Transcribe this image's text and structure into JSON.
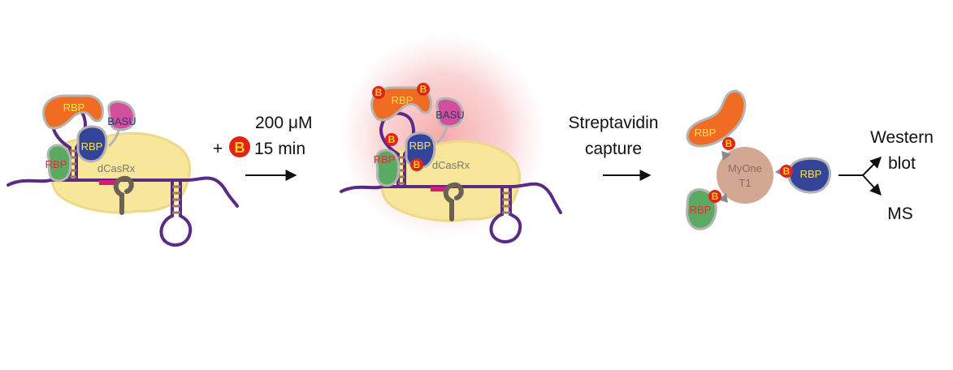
{
  "labels": {
    "rbp": "RBP",
    "basu": "BASU",
    "dcasrx": "dCasRx",
    "concentration": "200 μM",
    "plus": "+",
    "biotin": "B",
    "time": "15 min",
    "streptavidin": "Streptavidin",
    "capture": "capture",
    "myone": "MyOne",
    "t1": "T1",
    "western": "Western",
    "blot": "blot",
    "ms": "MS"
  },
  "colors": {
    "rna": "#5b2a86",
    "dcasrx": "#f8e79a",
    "dcasrx_outline": "#ecd98a",
    "rbp_orange": "#ef6c22",
    "rbp_green": "#5aaa62",
    "rbp_blue": "#34449a",
    "basu": "#d2509b",
    "outline": "#b4b4b4",
    "stem": "#9b7a54",
    "guide_spacer": "#d81b74",
    "hairpin_grey": "#6b6256",
    "biotin": "#e2231a",
    "biotin_text": "#ffd21f",
    "bead": "#d2a892",
    "label_red": "#d8323a",
    "label_yellow": "#ffe34d",
    "label_blue": "#1f3d7a",
    "glow": "#f7a3a3"
  }
}
